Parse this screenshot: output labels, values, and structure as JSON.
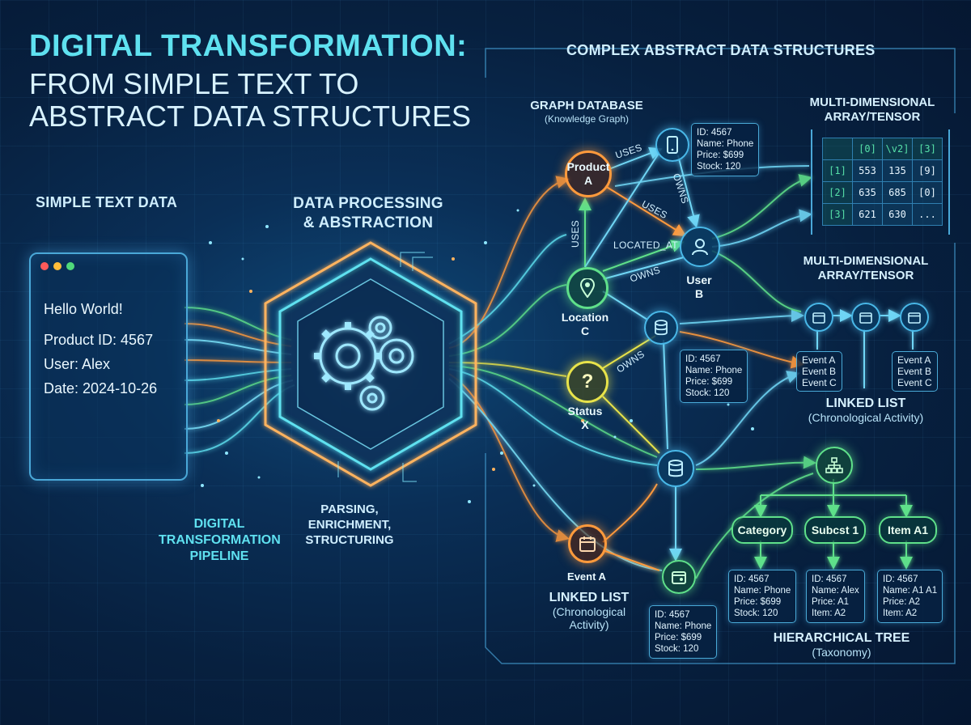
{
  "header": {
    "title_line1": "DIGITAL TRANSFORMATION:",
    "title_line2": "FROM SIMPLE TEXT TO",
    "title_line3": "ABSTRACT DATA STRUCTURES"
  },
  "sections": {
    "simple_text": "SIMPLE TEXT DATA",
    "processing_line1": "DATA PROCESSING",
    "processing_line2": "& ABSTRACTION",
    "complex": "COMPLEX ABSTRACT DATA STRUCTURES"
  },
  "text_window": {
    "lines": [
      "Hello World!",
      "Product ID: 4567",
      "User: Alex",
      "Date: 2024-10-26"
    ]
  },
  "pipeline_label": {
    "line1": "DIGITAL",
    "line2": "TRANSFORMATION",
    "line3": "PIPELINE"
  },
  "parsing_label": {
    "line1": "PARSING, ENRICHMENT,",
    "line2": "STRUCTURING"
  },
  "graph_db": {
    "title": "GRAPH DATABASE",
    "subtitle": "(Knowledge Graph)",
    "nodes": {
      "product": {
        "line1": "Product",
        "line2": "A"
      },
      "location": {
        "line1": "Location",
        "line2": "C"
      },
      "status": {
        "line1": "Status",
        "line2": "X"
      },
      "user": {
        "line1": "User",
        "line2": "B"
      },
      "status_glyph": "?"
    },
    "edges": {
      "uses_top": "USES",
      "uses_mid": "USES",
      "uses_vert": "USES",
      "owns_top": "OWNS",
      "located_at": "LOCATED_AT",
      "owns_mid": "OWNS",
      "owns_low": "OWNS"
    }
  },
  "info_cards": {
    "phone_top": [
      "ID: 4567",
      "Name: Phone",
      "Price: $699",
      "Stock: 120"
    ],
    "phone_mid": [
      "ID: 4567",
      "Name: Phone",
      "Price: $699",
      "Stock: 120"
    ],
    "phone_bottom": [
      "ID: 4567",
      "Name: Phone",
      "Price: $699",
      "Stock: 120"
    ]
  },
  "tensor": {
    "title_line1": "MULTI-DIMENSIONAL",
    "title_line2": "ARRAY/TENSOR",
    "rows": [
      [
        "",
        "[0]",
        "\\v2]",
        "[3]"
      ],
      [
        "[1]",
        "553",
        "135",
        "[9]"
      ],
      [
        "[2]",
        "635",
        "685",
        "[0]"
      ],
      [
        "[3]",
        "621",
        "630",
        "..."
      ]
    ]
  },
  "tensor_duplicate_label": {
    "line1": "MULTI-DIMENSIONAL",
    "line2": "ARRAY/TENSOR"
  },
  "linked_list_right": {
    "title": "LINKED LIST",
    "subtitle": "(Chronological Activity)",
    "box1": [
      "Event A",
      "Event B",
      "Event C"
    ],
    "box2": [
      "Event A",
      "Event B",
      "Event C"
    ]
  },
  "linked_list_left": {
    "event_label": "Event A",
    "title": "LINKED LIST",
    "subtitle_line1": "(Chronological",
    "subtitle_line2": "Activity)"
  },
  "tree": {
    "title": "HIERARCHICAL TREE",
    "subtitle": "(Taxonomy)",
    "children": [
      "Category",
      "Subcst 1",
      "Item A1"
    ],
    "cards": [
      [
        "ID: 4567",
        "Name: Phone",
        "Price: $699",
        "Stock: 120"
      ],
      [
        "ID: 4567",
        "Name: Alex",
        "Price: A1",
        "Item: A2"
      ],
      [
        "ID: 4567",
        "Name: A1 A1",
        "Price: A2",
        "Item: A2"
      ]
    ]
  },
  "colors": {
    "cyan": "#5fe1f0",
    "orange": "#ff9a3c",
    "green": "#5fe08a",
    "yellow": "#e8e34a",
    "blue": "#49b8e8"
  }
}
